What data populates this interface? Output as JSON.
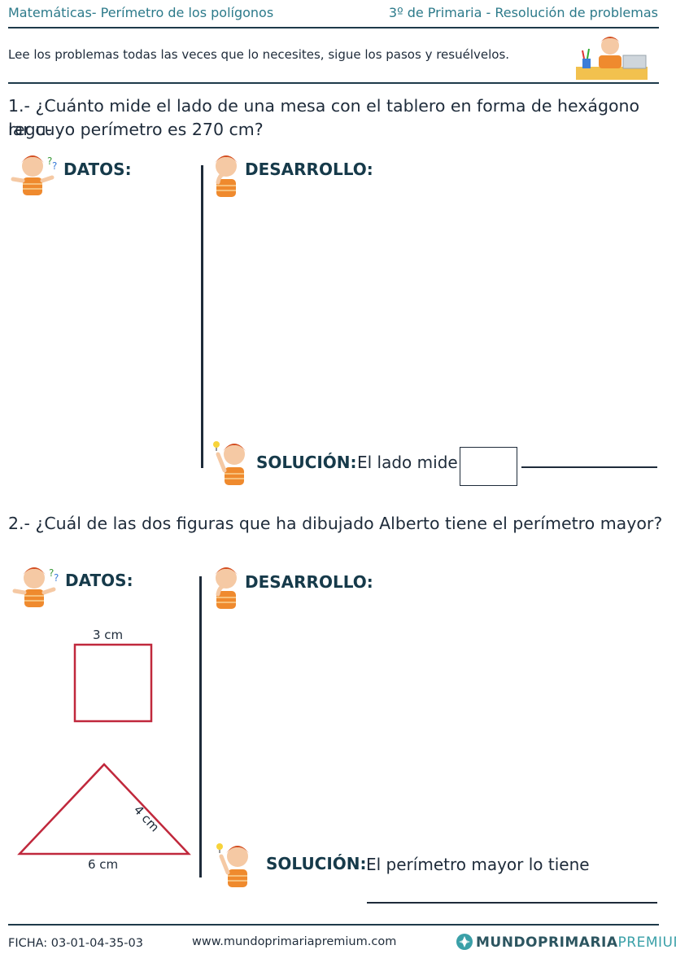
{
  "header": {
    "left": "Matemáticas- Perímetro de los polígonos",
    "right": "3º de Primaria - Resolución de problemas"
  },
  "intro": "Lee los problemas todas las veces que lo necesites, sigue los pasos y resuélvelos.",
  "problem1": {
    "question_line1": "1.- ¿Cuánto mide el lado de una mesa con el tablero en forma de hexágono regu-",
    "question_line2": "lar cuyo perímetro es 270 cm?",
    "datos": "DATOS:",
    "desarrollo": "DESARROLLO:",
    "solucion": "SOLUCIÓN:",
    "solucion_text": "El lado mide"
  },
  "problem2": {
    "question": "2.- ¿Cuál de las dos figuras que ha dibujado Alberto tiene el perímetro mayor?",
    "datos": "DATOS:",
    "desarrollo": "DESARROLLO:",
    "solucion": "SOLUCIÓN:",
    "solucion_text": "El perímetro mayor lo tiene",
    "square_label": "3 cm",
    "triangle_side_label": "4 cm",
    "triangle_base_label": "6 cm"
  },
  "footer": {
    "ficha": "FICHA:  03-01-04-35-03",
    "website": "www.mundoprimariapremium.com",
    "brand_mundo": "MUNDO",
    "brand_primaria": "PRIMARIA",
    "brand_premium": "PREMIUM"
  },
  "colors": {
    "figure_stroke": "#c0283c",
    "header_text": "#2c7a8a"
  }
}
